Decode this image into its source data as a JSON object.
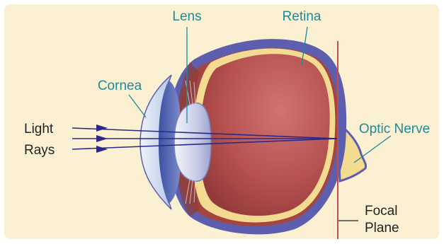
{
  "labels": {
    "lens": "Lens",
    "retina": "Retina",
    "cornea": "Cornea",
    "light_line1": "Light",
    "light_line2": "Rays",
    "optic_nerve": "Optic Nerve",
    "focal_line1": "Focal",
    "focal_line2": "Plane"
  },
  "colors": {
    "background": "#fbf1d2",
    "label_accent": "#1d8a9a",
    "label_dark": "#222222",
    "sclera": "#5d5fae",
    "retina": "#f3dc92",
    "vitreous": "#b5514f",
    "focal_plane": "#c0504d",
    "ray": "#2a2a86"
  }
}
